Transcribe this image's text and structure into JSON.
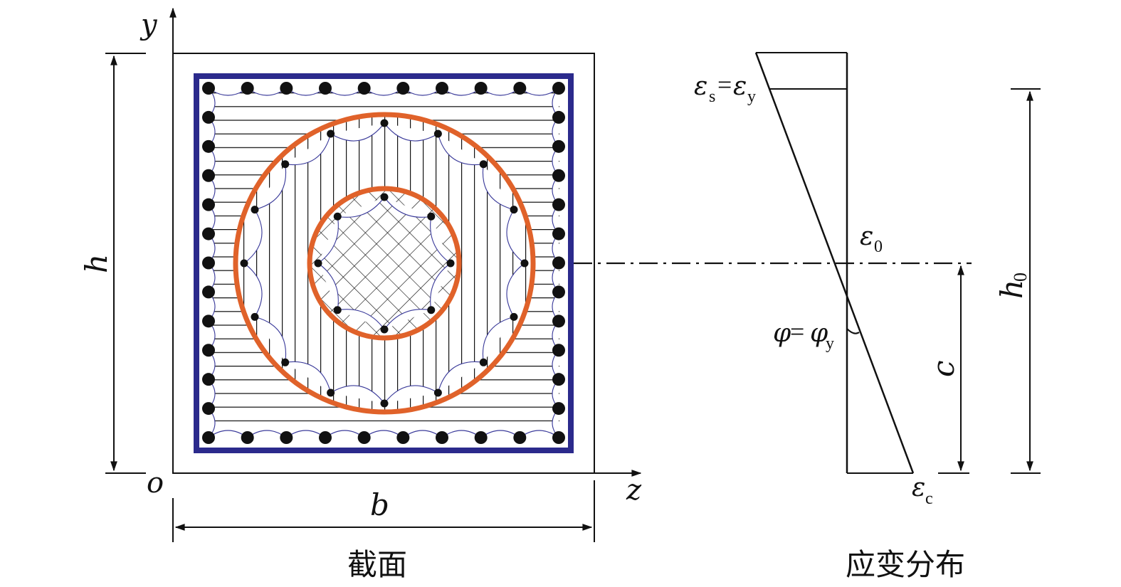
{
  "colors": {
    "ink": "#111111",
    "stirrup_blue": "#2b2a8c",
    "spiral_orange": "#e0622a",
    "arch_blue": "#3a3a9a"
  },
  "section": {
    "caption": "截面",
    "axis_y": "y",
    "axis_z": "z",
    "origin": "o",
    "height_label": "h",
    "width_label": "b"
  },
  "strain": {
    "caption": "应变分布",
    "eps_s": "ε",
    "eps_s_sub": "s",
    "equals1": "=",
    "eps_y": "ε",
    "eps_y_sub": "y",
    "eps_0": "ε",
    "eps_0_sub": "0",
    "phi": "φ",
    "equals2": "=",
    "phi_y": "φ",
    "phi_y_sub": "y",
    "eps_c": "ε",
    "eps_c_sub": "c",
    "depth_c": "c",
    "depth_h0": "h",
    "depth_h0_sub": "0"
  }
}
